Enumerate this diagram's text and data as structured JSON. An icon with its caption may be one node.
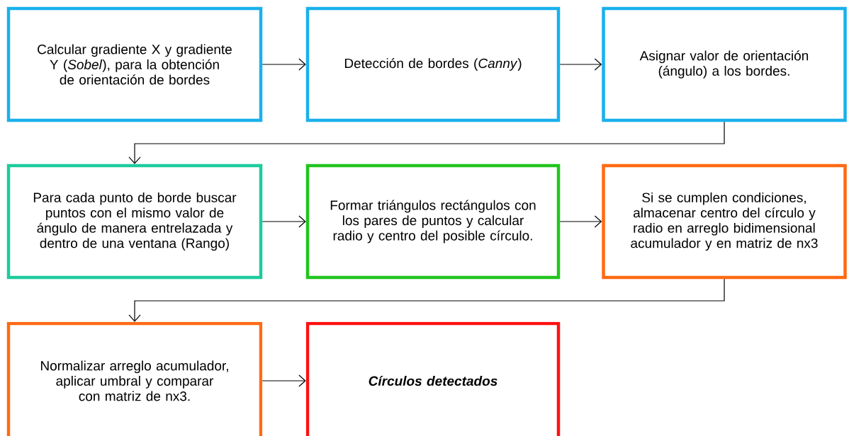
{
  "diagram": {
    "nodes": [
      {
        "text": [
          "Calcular gradiente X y gradiente Y (*Sobel*), para la obtención de orientación de bordes"
        ]
      },
      {
        "text": [
          "Detección de bordes (*Canny*)"
        ]
      },
      {
        "text": [
          "Asignar valor de orientación (ángulo) a los bordes."
        ]
      },
      {
        "text": [
          "Para cada punto de borde buscar puntos con el mismo valor de ángulo de manera entrelazada y dentro de una ventana (Rango)"
        ]
      },
      {
        "text": [
          "Formar triángulos rectángulos con los pares de puntos y calcular radio y centro del posible círculo."
        ]
      },
      {
        "text": [
          "Si se cumplen condiciones, almacenar centro del círculo y radio en arreglo bidimensional acumulador y en matriz de nx3"
        ]
      },
      {
        "text": [
          "Normalizar arreglo acumulador, aplicar umbral y comparar con matriz de nx3."
        ]
      },
      {
        "text": [
          "Círculos detectados"
        ]
      }
    ],
    "edges": [
      {
        "from": 0,
        "to": 1,
        "arrow": "to"
      },
      {
        "from": 1,
        "to": 2,
        "arrow": "to"
      },
      {
        "from": 2,
        "to": 3,
        "arrow": "to"
      },
      {
        "from": 3,
        "to": 4,
        "arrow": "to"
      },
      {
        "from": 4,
        "to": 5,
        "arrow": "to"
      },
      {
        "from": 5,
        "to": 6,
        "arrow": "to"
      },
      {
        "from": 6,
        "to": 7,
        "arrow": "to"
      }
    ]
  }
}
